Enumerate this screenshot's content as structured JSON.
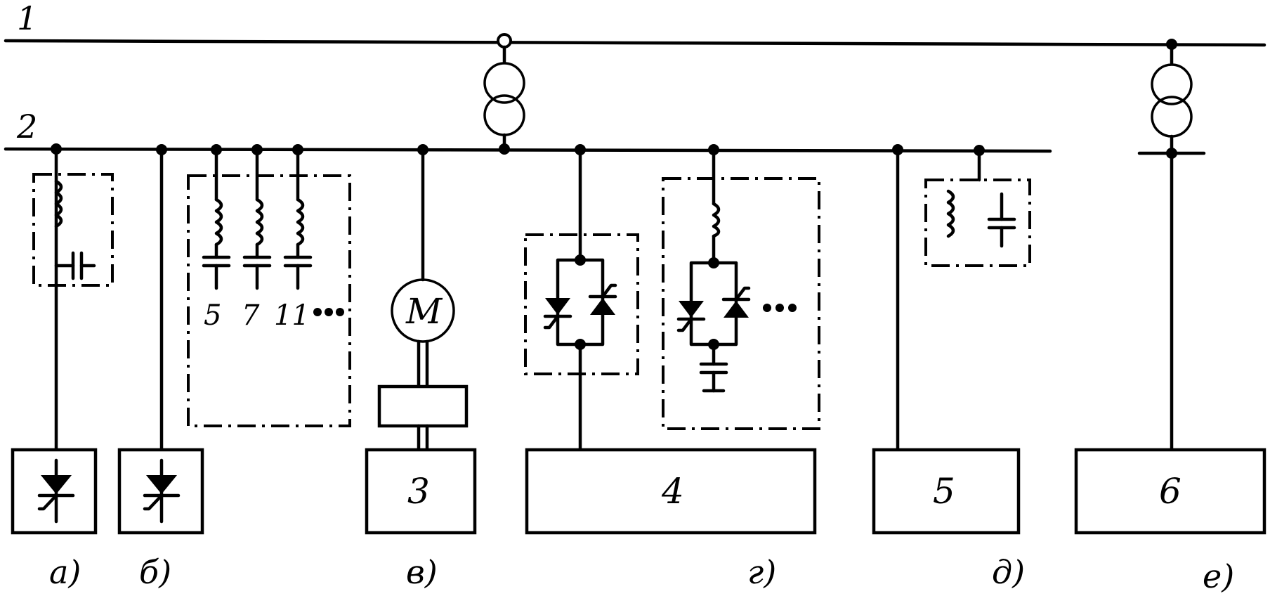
{
  "buses": {
    "bus1": "1",
    "bus2": "2"
  },
  "filter_harmonics": [
    "5",
    "7",
    "11"
  ],
  "motor_label": "M",
  "blocks": {
    "b3": "3",
    "b4": "4",
    "b5": "5",
    "b6": "6"
  },
  "variant_labels": {
    "a": "а)",
    "b": "б)",
    "v": "в)",
    "g": "г)",
    "d": "д)",
    "e": "е)"
  }
}
